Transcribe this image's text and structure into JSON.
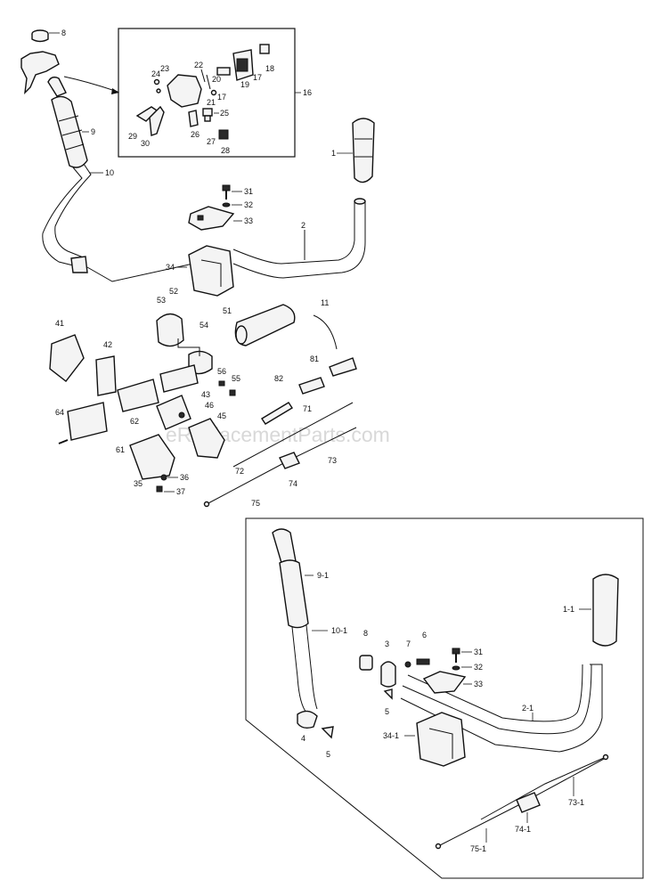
{
  "watermark": "eReplacementParts.com",
  "labels": {
    "p8": "8",
    "p24": "24",
    "p23": "23",
    "p22": "22",
    "p21": "21",
    "p20": "20",
    "p17a": "17",
    "p17b": "17",
    "p19": "19",
    "p18": "18",
    "p16": "16",
    "p25": "25",
    "p26": "26",
    "p27": "27",
    "p28": "28",
    "p29": "29",
    "p30": "30",
    "p9": "9",
    "p10": "10",
    "p1": "1",
    "p31": "31",
    "p32": "32",
    "p33": "33",
    "p2": "2",
    "p34": "34",
    "p53": "53",
    "p52": "52",
    "p51": "51",
    "p11": "11",
    "p41": "41",
    "p42": "42",
    "p54": "54",
    "p56": "56",
    "p55": "55",
    "p81": "81",
    "p43": "43",
    "p82": "82",
    "p46": "46",
    "p45": "45",
    "p64": "64",
    "p62": "62",
    "p61": "61",
    "p71": "71",
    "p72": "72",
    "p73": "73",
    "p35": "35",
    "p36": "36",
    "p37": "37",
    "p74": "74",
    "p75": "75",
    "q91": "9-1",
    "q11": "1-1",
    "q101": "10-1",
    "q8": "8",
    "q3": "3",
    "q7": "7",
    "q6": "6",
    "q31": "31",
    "q32": "32",
    "q33": "33",
    "q5a": "5",
    "q4": "4",
    "q5b": "5",
    "q21": "2-1",
    "q341": "34-1",
    "q731": "73-1",
    "q741": "74-1",
    "q751": "75-1"
  }
}
